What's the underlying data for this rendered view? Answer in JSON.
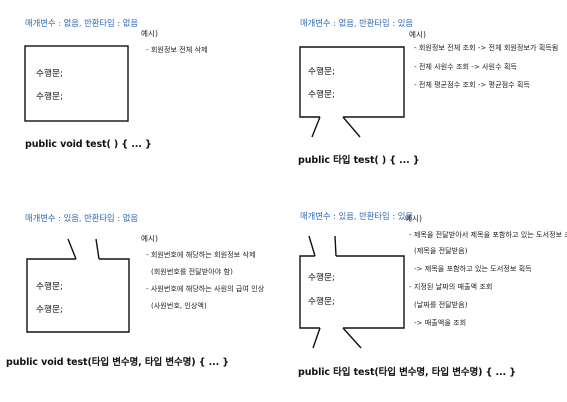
{
  "colors": {
    "title": "#2d68b6",
    "line": "#111111"
  },
  "panels": {
    "tl": {
      "title": "매개변수 : 없음, 반환타입 : 없음",
      "example": "예시)",
      "lines": [
        "- 회원정보 전체 삭제"
      ],
      "stmt1": "수행문;",
      "stmt2": "수행문;",
      "signature": "public void test( ) { ... }"
    },
    "tr": {
      "title": "매개변수 : 없음, 반환타입 : 있음",
      "example": "예시)",
      "lines": [
        "- 회원정보 전체 조회 -> 전체 회원정보가 획득됨",
        "- 전체 사원수 조회 -> 사원수 획득",
        "- 전체 평균점수 조회 -> 평균점수 획득"
      ],
      "stmt1": "수행문;",
      "stmt2": "수행문;",
      "signature": "public 타입 test( ) { ... }"
    },
    "bl": {
      "title": "매개변수 : 있음, 반환타입 : 없음",
      "example": "예시)",
      "lines": [
        "- 회원번호에 해당하는 회원정보 삭제",
        "(회원번호를 전달받아야 함)",
        "- 사원번호에 해당하는 사원의 급여 인상",
        "(사원번호, 인상액)"
      ],
      "stmt1": "수행문;",
      "stmt2": "수행문;",
      "signature": "public void test(타입 변수명, 타입 변수명) { ... }"
    },
    "br": {
      "title": "매개변수 : 있음, 반환타입 : 있음",
      "example": "예시)",
      "lines": [
        "- 제목을 전달받아서 제목을 포함하고 있는 도서정보 조회",
        "(제목을 전달받음)",
        "-> 제목을 포함하고 있는 도서정보 획득",
        "- 지정된 날짜의 매출액 조회",
        "(날짜를 전달받음)",
        "-> 매출액을 조회"
      ],
      "stmt1": "수행문;",
      "stmt2": "수행문;",
      "signature": "public 타입 test(타입 변수명, 타입 변수명) { ... }"
    }
  }
}
